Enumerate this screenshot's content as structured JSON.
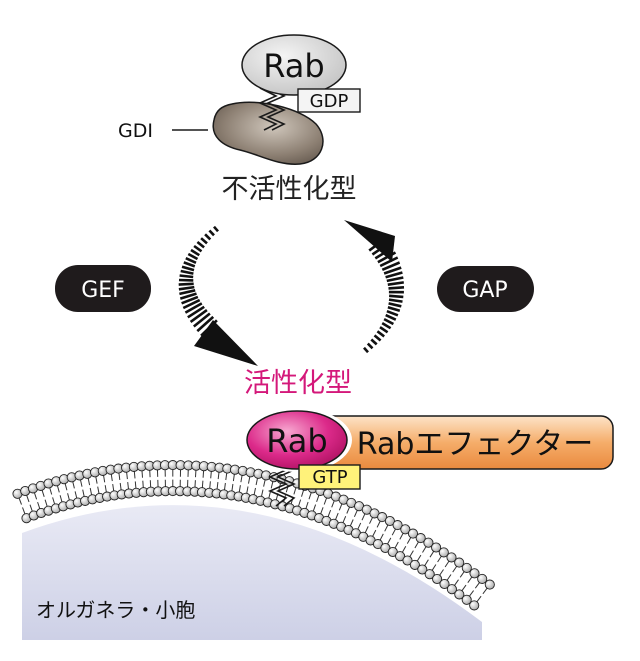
{
  "inactive": {
    "rab_label": "Rab",
    "nucleotide": "GDP",
    "gdi_label": "GDI",
    "state_label": "不活性化型"
  },
  "cycle": {
    "gef_label": "GEF",
    "gap_label": "GAP"
  },
  "active": {
    "state_label": "活性化型",
    "rab_label": "Rab",
    "nucleotide": "GTP",
    "effector_label": "Rabエフェクター"
  },
  "organelle": {
    "label": "オルガネラ・小胞"
  },
  "colors": {
    "active_magenta": "#d4187a",
    "effector_orange": "#f2a060",
    "gtp_yellow": "#fff27a",
    "organelle_lavender": "#d7d9ec",
    "dark_pill": "#1f1b1c",
    "gdi_brown": "#7d6f62"
  }
}
